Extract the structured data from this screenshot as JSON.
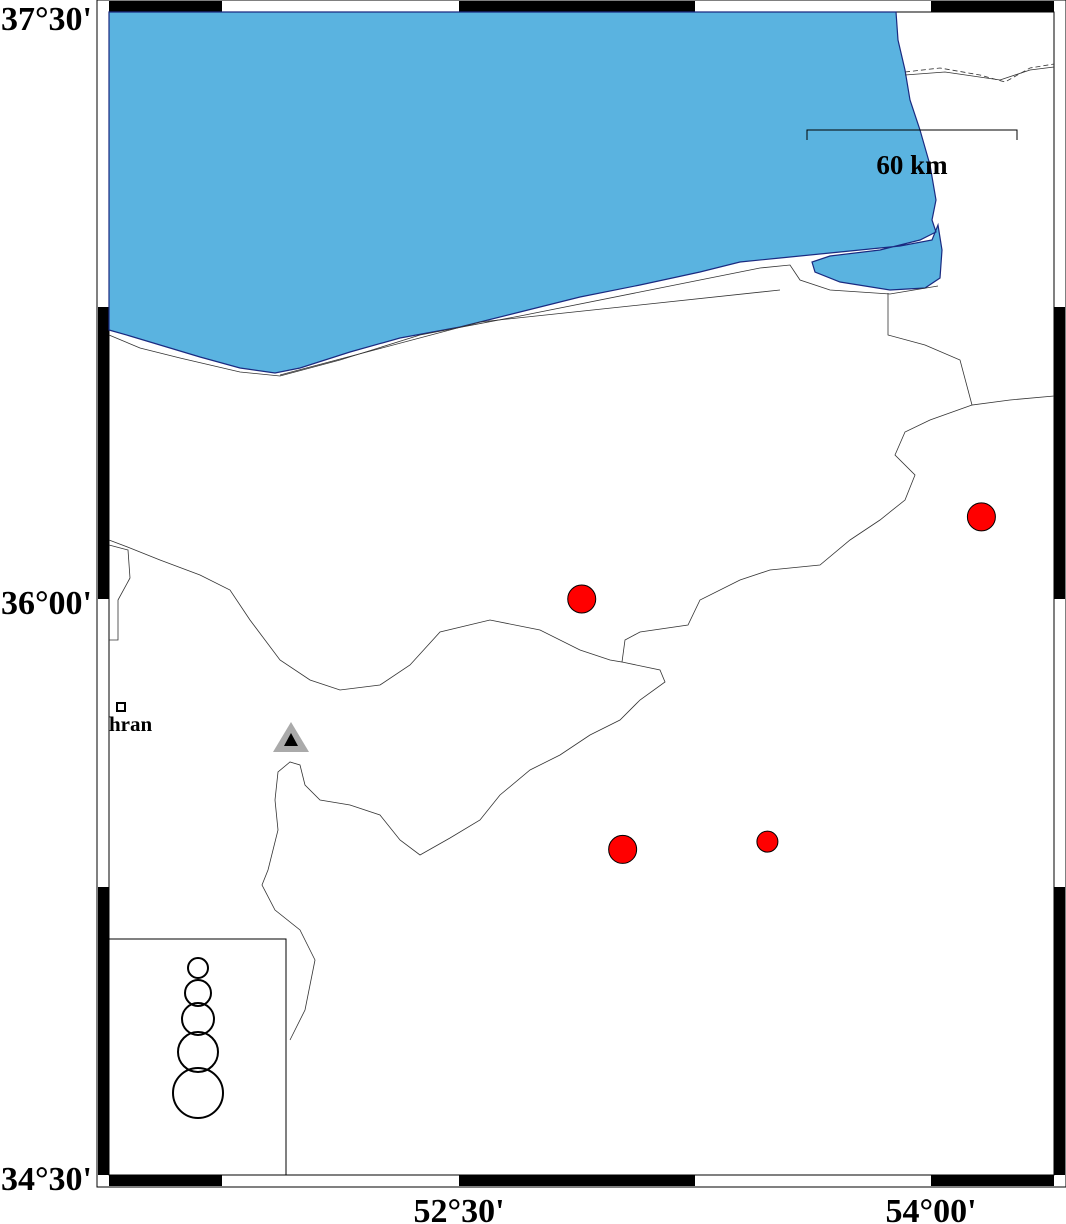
{
  "map": {
    "extent": {
      "lon_min": 51.39,
      "lon_max": 54.4,
      "lat_min": 34.5,
      "lat_max": 37.5
    },
    "colors": {
      "sea": "#5ab3e0",
      "coast": "#1a2a80",
      "event": "#ff0000",
      "station": "#aaaaaa"
    },
    "axes": {
      "lat_labels": [
        {
          "text": "37°30'",
          "lat": 37.5
        },
        {
          "text": "36°00'",
          "lat": 36.0
        },
        {
          "text": "34°30'",
          "lat": 34.5
        }
      ],
      "lon_labels": [
        {
          "text": "52°30'",
          "lon": 52.5
        },
        {
          "text": "54°00'",
          "lon": 54.0
        }
      ]
    },
    "scale_bar": {
      "label": "60 km",
      "length_km": 60
    },
    "city": {
      "label": "hran",
      "lon": 51.43,
      "lat": 35.72
    },
    "station": {
      "lon": 51.97,
      "lat": 35.64
    },
    "events": [
      {
        "lon": 52.89,
        "lat": 36.0,
        "size_class": 3
      },
      {
        "lon": 54.16,
        "lat": 36.21,
        "size_class": 3
      },
      {
        "lon": 53.02,
        "lat": 35.36,
        "size_class": 3
      },
      {
        "lon": 53.48,
        "lat": 35.38,
        "size_class": 2
      }
    ],
    "legend": {
      "size_classes": [
        1,
        2,
        3,
        4,
        5
      ]
    }
  }
}
